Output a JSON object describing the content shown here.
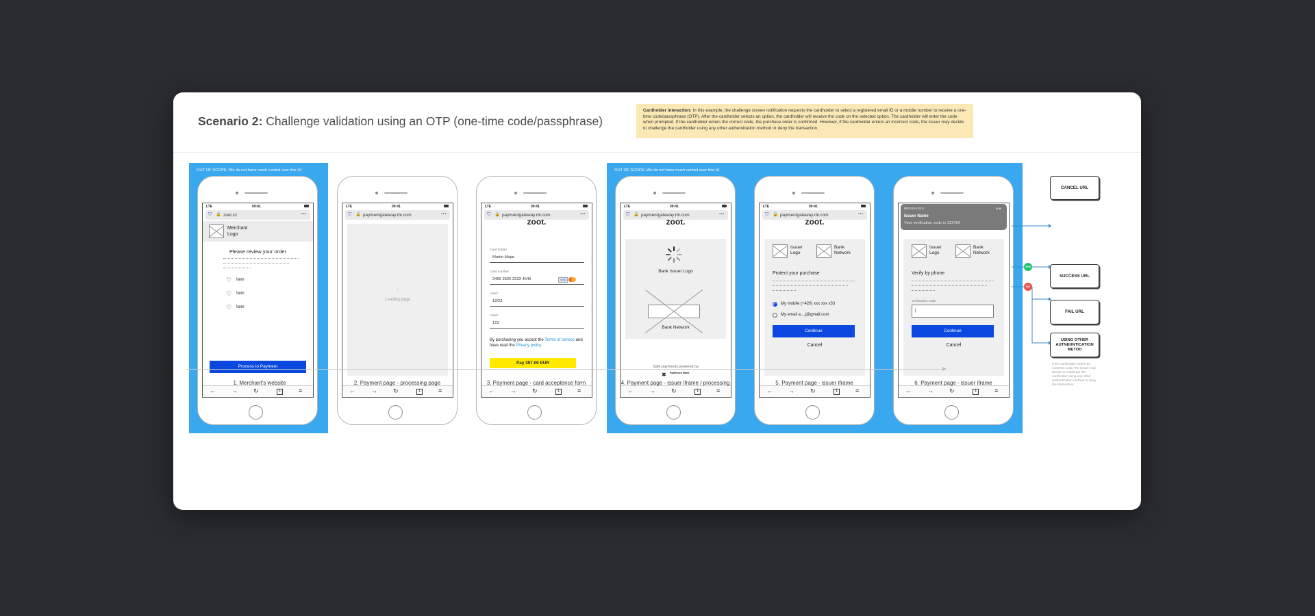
{
  "title": {
    "prefix": "Scenario 2:",
    "text": "Challenge validation using an OTP (one-time code/passphrase)"
  },
  "note": {
    "label": "Cardholder interaction:",
    "text": "In this example, the challenge screen notification requests the cardholder to select a registered email ID or a mobile number to receive a one-time code/passphrase (OTP). After the cardholder selects an option, the cardholder will receive the code on the selected option. The cardholder will enter the code when prompted. If the cardholder enters the correct code, the purchase order is confirmed. However, if the cardholder enters an incorrect code, the issuer may decide to challenge the cardholder using any other authentication method or deny the transaction."
  },
  "scope_label": "OUT OF SCOPE: We do not have much control over this UI.",
  "status": {
    "signal": "LTE",
    "time": "09:41"
  },
  "nav_icons": [
    "←",
    "→",
    "↻",
    "1",
    "≡"
  ],
  "phones": {
    "p1": {
      "url": "zoot.cz",
      "merchant_logo": "Merchant Logo",
      "review": "Please review your order",
      "items": [
        "Item",
        "Item",
        "Item"
      ],
      "cta": "Process to Payment"
    },
    "p2": {
      "url": "paymentgateway.rbi.com",
      "loading": "Loading page"
    },
    "p3": {
      "url": "paymentgateway.rbi.com",
      "brand": "zoot.",
      "fields": [
        {
          "label": "Card holder",
          "value": "Martin Mojar"
        },
        {
          "label": "Card number",
          "value": "3456 3626 2523 4546"
        },
        {
          "label": "Label",
          "value": "12/23"
        },
        {
          "label": "Label",
          "value": "123"
        }
      ],
      "terms_1": "By purchasing you accept the",
      "terms_link_1": "Terms of service",
      "terms_2": "and have read the",
      "terms_link_2": "Privacy policy.",
      "pay": "Pay 397.00 EUR"
    },
    "p4": {
      "url": "paymentgateway.rbi.com",
      "brand": "zoot.",
      "issuer_logo": "Bank Issuer Logo",
      "network": "Bank Network",
      "powered": "Safe payments powered by",
      "bank_name": "Raiffeisen Bank"
    },
    "p5": {
      "url": "paymentgateway.rbi.com",
      "brand": "zoot.",
      "issuer": "Issuer Logo",
      "network": "Bank Network",
      "heading": "Protect your purchase",
      "opt_mobile": "My mobile (+420) xxx xxx x33",
      "opt_email": "My email a....j@gmail.com",
      "continue": "Continue",
      "cancel": "Cancel"
    },
    "p6": {
      "notif_app": "MESSAGES",
      "notif_time": "now",
      "notif_title": "Issuer Name",
      "notif_body": "Your verification code is 123456",
      "issuer": "Issuer Logo",
      "network": "Bank Network",
      "heading": "Verify by phone",
      "code_label": "Verification code",
      "code_value": "|",
      "continue": "Continue",
      "cancel": "Cancel"
    }
  },
  "outcomes": {
    "cancel": "CANCEL URL",
    "success": "SUCCESS URL",
    "fail": "FAIL URL",
    "other": "USING OTHER AUTNEHNTICATION METOD",
    "yes": "YES",
    "no": "NO",
    "note": "If the cardholder enters an incorrect code, the issuer may decide to challenge the cardholder using any other authentication method or deny the transaction."
  },
  "steps": [
    "1. Merchant's website",
    "2. Payment page - processing page",
    "3. Payment page - card acceptence form",
    "4. Payment page - issuer iframe / processing",
    "5. Payment page - issuer iframe",
    "6. Payment page - issuer iframe"
  ],
  "colors": {
    "scope": "#3aa8ef",
    "button": "#0b48e0",
    "pay": "#ffea00",
    "success": "#1fc46a",
    "fail": "#f0544f",
    "note_bg": "#fbe8b5"
  }
}
